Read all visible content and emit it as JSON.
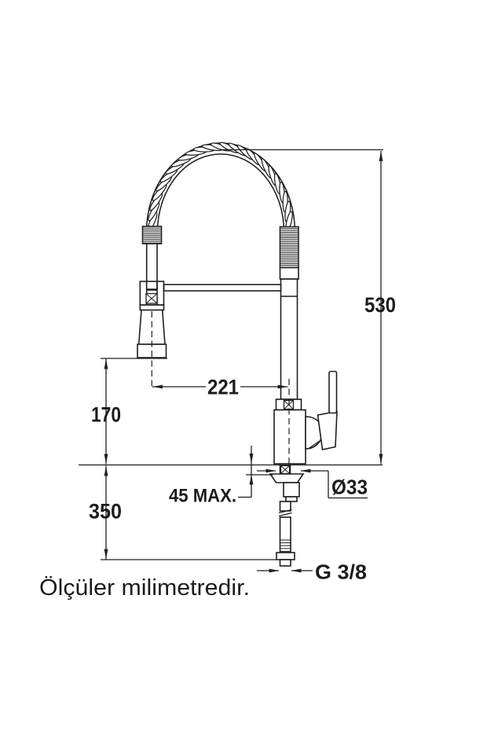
{
  "drawing": {
    "caption": "Ölçüler milimetredir.",
    "dimensions": {
      "total_height": "530",
      "spout_reach": "221",
      "head_to_counter": "170",
      "supply_below_counter": "350",
      "max_counter_thickness": "45 MAX.",
      "mounting_hole_diameter": "Ø33",
      "supply_connection": "G 3/8"
    },
    "colors": {
      "line": "#1f1f1f",
      "background": "#ffffff"
    }
  }
}
